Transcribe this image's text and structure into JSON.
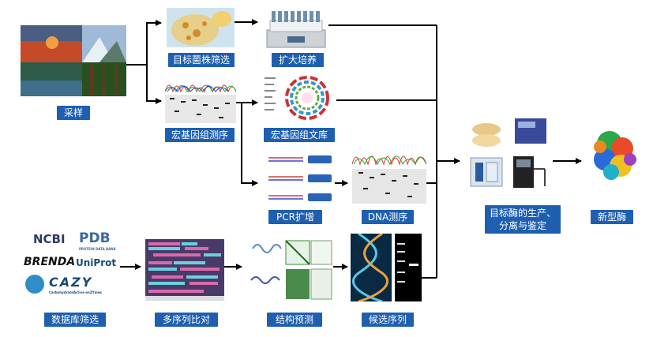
{
  "labels": {
    "sampling": "采样",
    "strain_screen": "目标菌株筛选",
    "expansion": "扩大培养",
    "metagenome_seq": "宏基因组测序",
    "metagenome_lib": "宏基因组文库",
    "pcr": "PCR扩增",
    "dna_seq": "DNA测序",
    "db_screen": "数据库筛选",
    "msa": "多序列比对",
    "structure_pred": "结构预测",
    "candidates": "候选序列",
    "production": "目标酶的生产、\n分离与鉴定",
    "new_enzyme": "新型酶"
  },
  "databases": {
    "ncbi": "NCBI",
    "pdb": "PDB",
    "pdb_sub": "PROTEIN DATA BANK",
    "brenda": "BRENDA",
    "uniprot": "UniProt",
    "cazy": "CAZY",
    "cazy_sub": "CarbohydrateActive enZYmes"
  },
  "colors": {
    "label_bg": "#1f5fb0",
    "arrow": "#000000"
  }
}
